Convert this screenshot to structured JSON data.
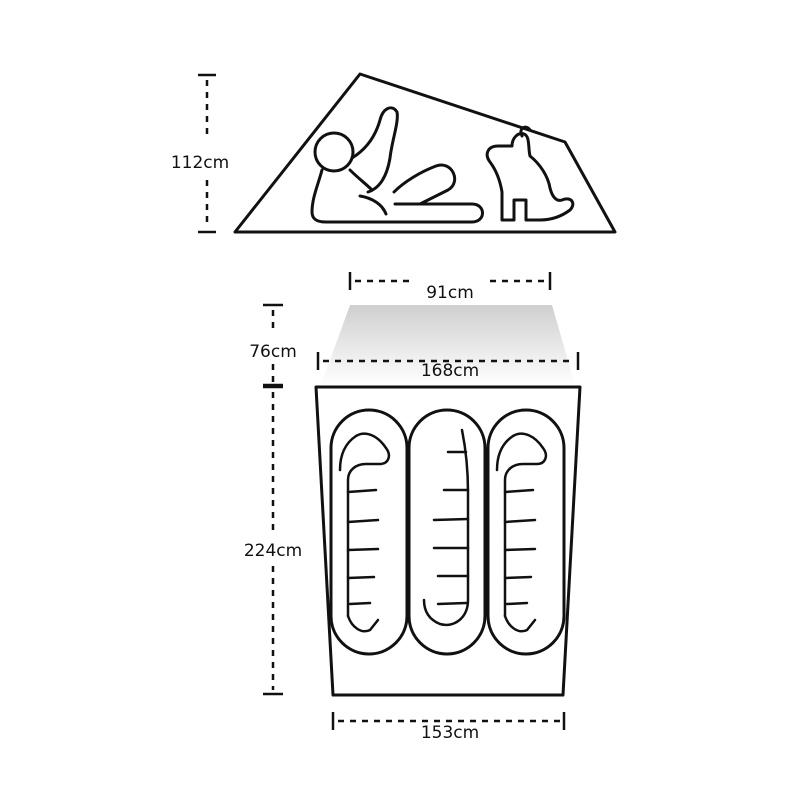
{
  "side_view": {
    "height_label": "112cm"
  },
  "floor_plan": {
    "vestibule_width_label": "91cm",
    "vestibule_depth_label": "76cm",
    "door_width_label": "168cm",
    "floor_length_label": "224cm",
    "floor_width_label": "153cm"
  },
  "colors": {
    "line": "#111111",
    "vestibule_gradient_top": "#cfcfcf",
    "vestibule_gradient_bottom": "#ffffff"
  }
}
